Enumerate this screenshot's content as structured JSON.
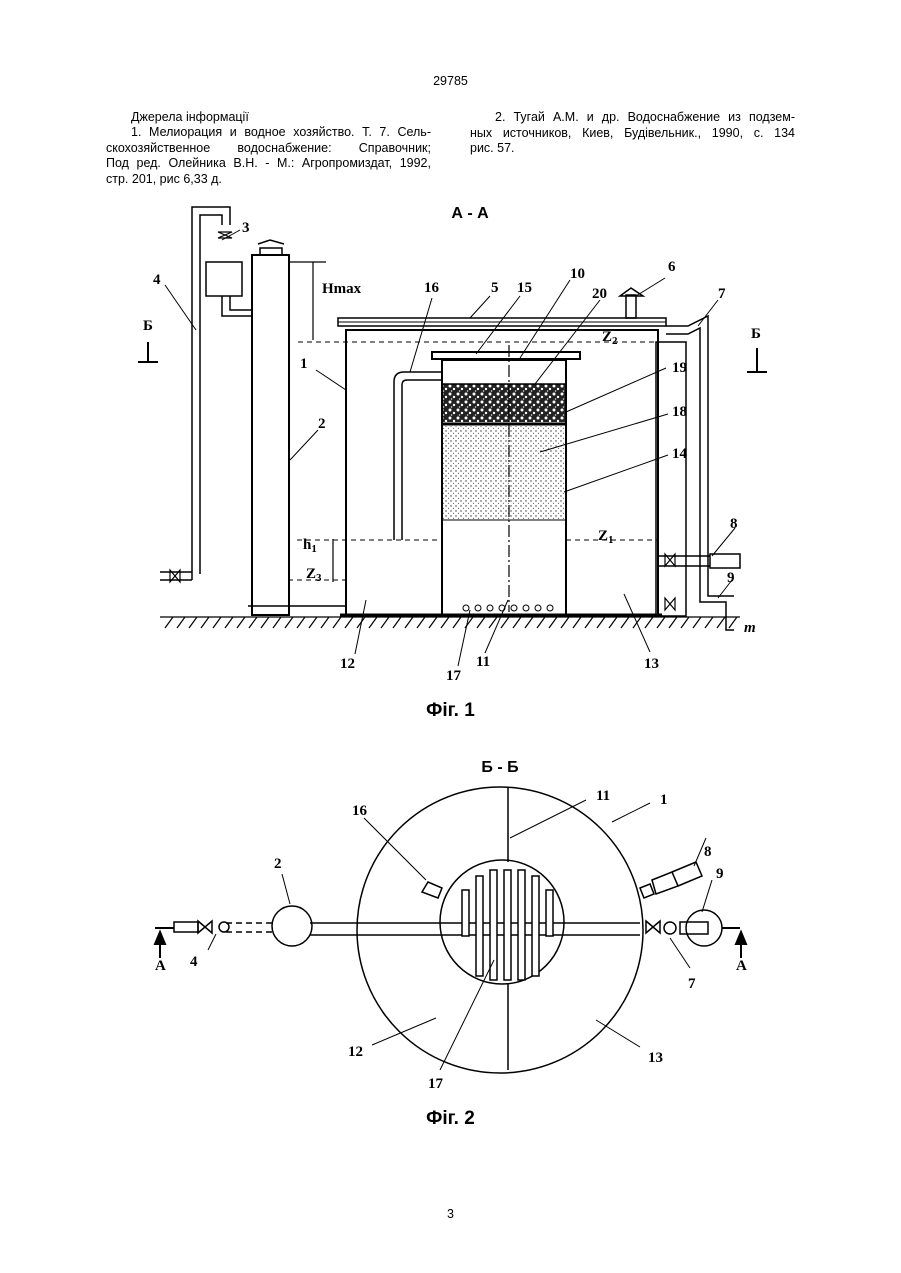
{
  "header": {
    "doc_number": "29785"
  },
  "references": {
    "heading": "Джерела інформації",
    "left": {
      "line1": "1. Мелиорация и водное хозяйство. Т. 7. Сель-",
      "line2": "скохозяйственное водоснабжение: Справочник;",
      "line3": "Под ред. Олейника В.Н. - М.: Агропромиздат, 1992,",
      "line4": "стр. 201, рис 6,33 д."
    },
    "right": {
      "line1": "2. Тугай А.М. и др. Водоснабжение из подзем-",
      "line2": "ных источников, Киев, Будівельник., 1990, с. 134",
      "line3": "рис. 57."
    }
  },
  "fig1": {
    "caption": "Фіг. 1",
    "section": "А - А",
    "section_mark": "Б",
    "hmax": "Hmax",
    "h1": "h",
    "h1_sub": "1",
    "z_letter": "Z",
    "z1_sub": "1",
    "z2_sub": "2",
    "z3_sub": "3",
    "m": "m",
    "n1": "1",
    "n2": "2",
    "n3": "3",
    "n4": "4",
    "n5": "5",
    "n6": "6",
    "n7": "7",
    "n8": "8",
    "n9": "9",
    "n10": "10",
    "n11": "11",
    "n12": "12",
    "n13": "13",
    "n14": "14",
    "n15": "15",
    "n16": "16",
    "n17": "17",
    "n18": "18",
    "n19": "19",
    "n20": "20"
  },
  "fig2": {
    "caption": "Фіг. 2",
    "section": "Б - Б",
    "section_mark": "А",
    "n1": "1",
    "n2": "2",
    "n4": "4",
    "n7": "7",
    "n8": "8",
    "n9": "9",
    "n11": "11",
    "n12": "12",
    "n13": "13",
    "n16": "16",
    "n17": "17"
  },
  "footer": {
    "page_number": "3"
  }
}
